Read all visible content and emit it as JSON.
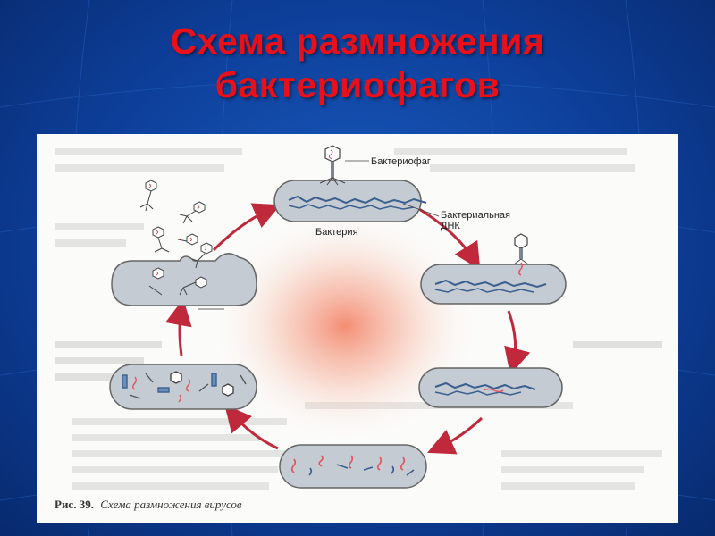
{
  "slide": {
    "title_line1": "Схема размножения",
    "title_line2": "бактериофагов"
  },
  "figure": {
    "labels": {
      "bacteriophage": "Бактериофаг",
      "bacterial_dna_line1": "Бактериальная",
      "bacterial_dna_line2": "ДНК",
      "bacterium": "Бактерия"
    },
    "caption_prefix": "Рис. 39.",
    "caption_text": "Схема размножения вирусов"
  },
  "colors": {
    "title": "#e8101a",
    "background": "#0d3f9a",
    "arrow": "#c0293b",
    "cell_fill": "#c4cbd3",
    "dna": "#3a5f8f",
    "phage_dna": "#e2545f"
  }
}
